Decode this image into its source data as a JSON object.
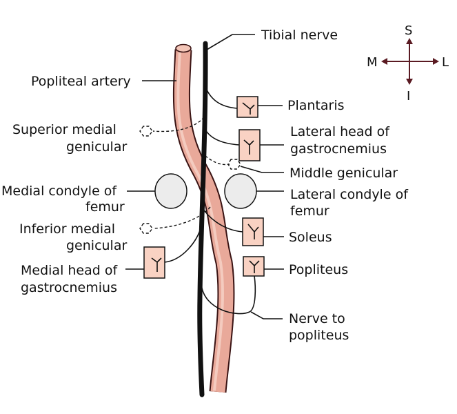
{
  "labels": {
    "tibial_nerve": "Tibial nerve",
    "popliteal_artery": "Popliteal artery",
    "superior_medial_genicular_1": "Superior medial",
    "superior_medial_genicular_2": "genicular",
    "medial_condyle_1": "Medial condyle of",
    "medial_condyle_2": "femur",
    "inferior_medial_genicular_1": "Inferior medial",
    "inferior_medial_genicular_2": "genicular",
    "medial_head_1": "Medial head of",
    "medial_head_2": "gastrocnemius",
    "plantaris": "Plantaris",
    "lateral_head_1": "Lateral head of",
    "lateral_head_2": "gastrocnemius",
    "middle_genicular": "Middle genicular",
    "lateral_condyle_1": "Lateral condyle of",
    "lateral_condyle_2": "femur",
    "soleus": "Soleus",
    "popliteus": "Popliteus",
    "nerve_to_popliteus_1": "Nerve to",
    "nerve_to_popliteus_2": "popliteus"
  },
  "compass": {
    "superior": "S",
    "inferior": "I",
    "medial": "M",
    "lateral": "L",
    "color": "#5a1a22"
  },
  "colors": {
    "artery_fill": "#e9a99a",
    "artery_outline": "#3a1414",
    "nerve": "#111111",
    "muscle_box": "#f9d2c3",
    "condyle": "#ececec"
  }
}
